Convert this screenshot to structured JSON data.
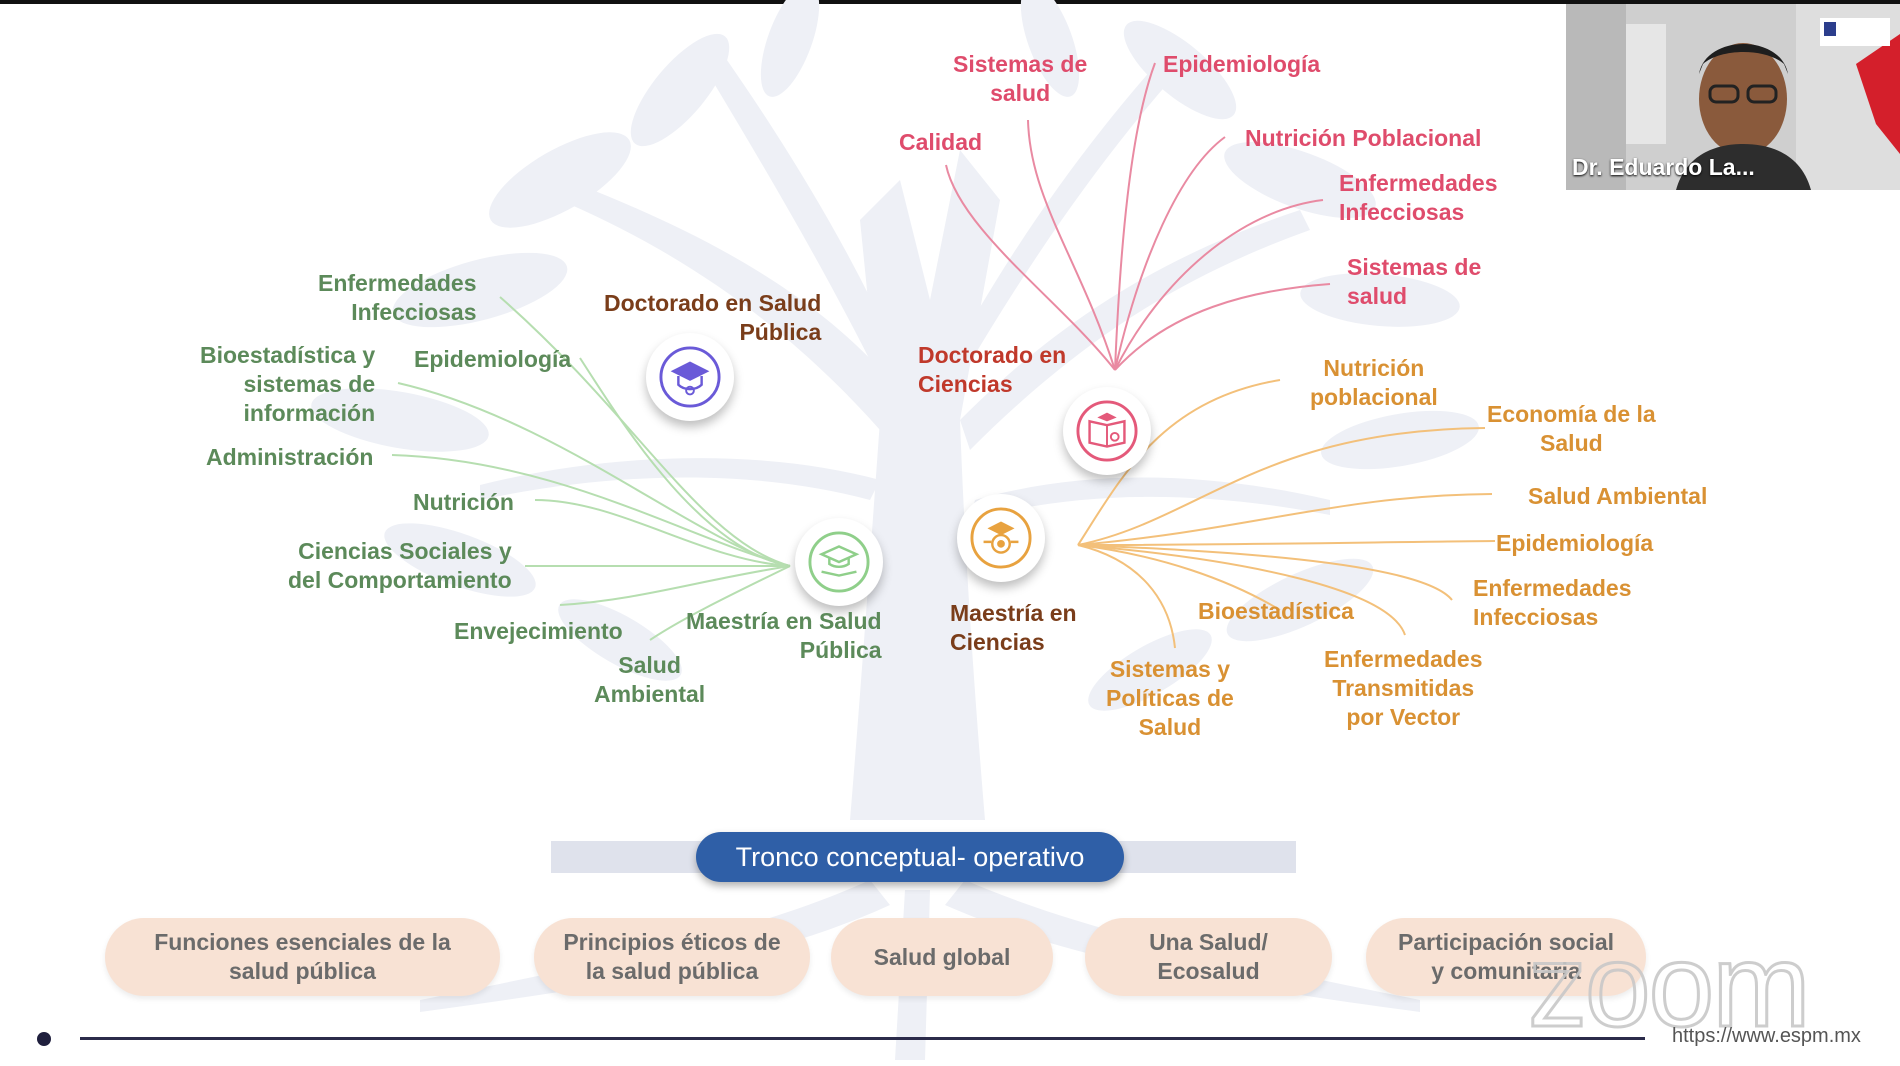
{
  "slide": {
    "title": "Tronco conceptual- operativo",
    "programs": {
      "doctorado_salud_publica": "Doctorado en Salud\nPública",
      "maestria_salud_publica": "Maestría en Salud\nPública",
      "doctorado_ciencias": "Doctorado en\nCiencias",
      "maestria_ciencias": "Maestría en\nCiencias"
    },
    "maestria_salud_publica_branches": [
      "Enfermedades\nInfecciosas",
      "Bioestadística y\nsistemas de\ninformación",
      "Epidemiología",
      "Administración",
      "Nutrición",
      "Ciencias Sociales y\ndel Comportamiento",
      "Envejecimiento",
      "Salud\nAmbiental"
    ],
    "doctorado_ciencias_branches": [
      "Sistemas de\nsalud",
      "Epidemiología",
      "Calidad",
      "Nutrición Poblacional",
      "Enfermedades\nInfecciosas",
      "Sistemas de\nsalud"
    ],
    "maestria_ciencias_branches": [
      "Nutrición\npoblacional",
      "Economía de la\nSalud",
      "Salud Ambiental",
      "Epidemiología",
      "Enfermedades\nInfecciosas",
      "Bioestadística",
      "Enfermedades\nTransmitidas\npor Vector",
      "Sistemas y\nPolíticas de\nSalud"
    ],
    "foundations": [
      "Funciones esenciales de la\nsalud pública",
      "Principios éticos de\nla salud pública",
      "Salud global",
      "Una Salud/\nEcosalud",
      "Participación social\ny comunitaria"
    ],
    "url": "https://www.espm.mx"
  },
  "meeting": {
    "speaker_name": "Dr. Eduardo La...",
    "watermark": "zoom"
  },
  "colors": {
    "green": "#5c8a5a",
    "pink": "#df4c6c",
    "orange": "#d99133",
    "program_dark": "#7a3d1a",
    "program_red": "#c0392b",
    "tronco_blue": "#2f5fa7",
    "pill_bg": "#f8e2d4"
  },
  "icons": [
    "graduation-cap-icon",
    "diploma-book-icon",
    "award-medal-icon",
    "book-cap-icon"
  ]
}
